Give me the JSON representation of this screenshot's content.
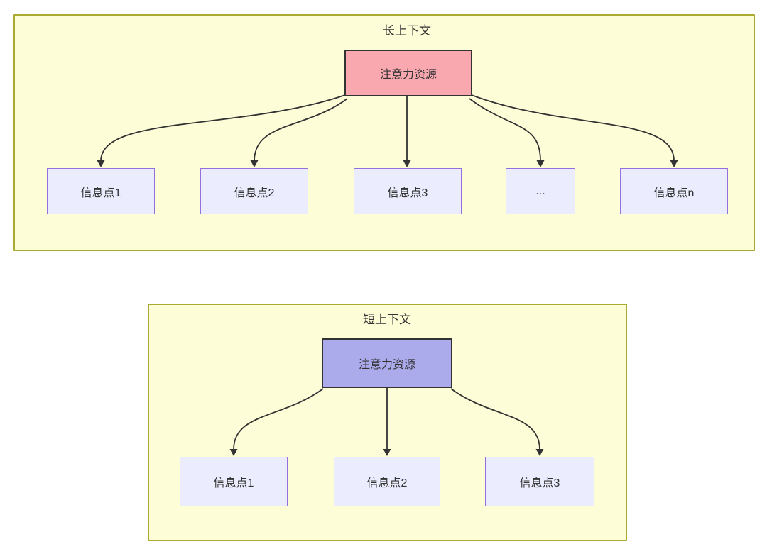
{
  "diagrams": [
    {
      "title": "长上下文",
      "root_label": "注意力资源",
      "children": [
        {
          "label": "信息点1"
        },
        {
          "label": "信息点2"
        },
        {
          "label": "信息点3"
        },
        {
          "label": "..."
        },
        {
          "label": "信息点n"
        }
      ],
      "colors": {
        "container_fill": "#fdfdd8",
        "container_border": "#aaaa33",
        "root_fill": "#f9a8b0",
        "root_border": "#333333",
        "child_fill": "#ececff",
        "child_border": "#9370db"
      }
    },
    {
      "title": "短上下文",
      "root_label": "注意力资源",
      "children": [
        {
          "label": "信息点1"
        },
        {
          "label": "信息点2"
        },
        {
          "label": "信息点3"
        }
      ],
      "colors": {
        "container_fill": "#fdfdd8",
        "container_border": "#aaaa33",
        "root_fill": "#ababeb",
        "root_border": "#333333",
        "child_fill": "#ececff",
        "child_border": "#9370db"
      }
    }
  ],
  "style": {
    "arrow_color": "#333333",
    "text_color": "#333333",
    "page_background": "#ffffff"
  }
}
